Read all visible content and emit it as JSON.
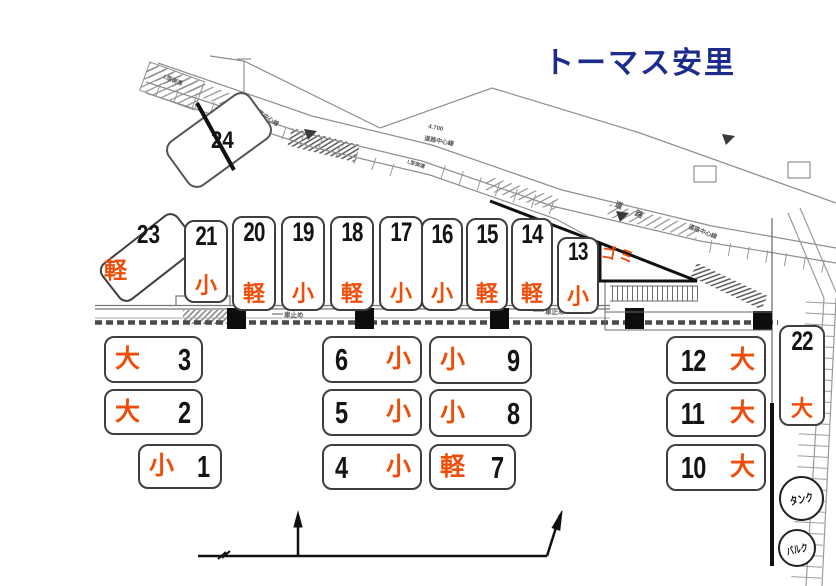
{
  "title": {
    "text": "トーマス安里"
  },
  "colors": {
    "title_blue": "#1d2b8d",
    "size_orange": "#ee4e0b",
    "ink_black": "#141414",
    "line_gray": "#8f8f8f"
  },
  "stalls": {
    "vertical": [
      {
        "number": "23",
        "size": "軽"
      },
      {
        "number": "21",
        "size": "小"
      },
      {
        "number": "20",
        "size": "軽"
      },
      {
        "number": "19",
        "size": "小"
      },
      {
        "number": "18",
        "size": "軽"
      },
      {
        "number": "17",
        "size": "小"
      },
      {
        "number": "16",
        "size": "小"
      },
      {
        "number": "15",
        "size": "軽"
      },
      {
        "number": "14",
        "size": "軽"
      },
      {
        "number": "13",
        "size": "小"
      },
      {
        "number": "22",
        "size": "大"
      }
    ],
    "crossed_out": {
      "number": "24"
    },
    "left_block": [
      {
        "size": "大",
        "number": "3"
      },
      {
        "size": "大",
        "number": "2"
      },
      {
        "size": "小",
        "number": "1"
      }
    ],
    "mid_left_block": [
      {
        "number": "6",
        "size": "小"
      },
      {
        "number": "5",
        "size": "小"
      },
      {
        "number": "4",
        "size": "小"
      }
    ],
    "mid_right_block": [
      {
        "size": "小",
        "number": "9"
      },
      {
        "size": "小",
        "number": "8"
      },
      {
        "size": "軽",
        "number": "7"
      }
    ],
    "right_block": [
      {
        "number": "12",
        "size": "大"
      },
      {
        "number": "11",
        "size": "大"
      },
      {
        "number": "10",
        "size": "大"
      }
    ]
  },
  "facilities": {
    "garbage": "ゴミ",
    "tank": "タンク",
    "bulk": "バルク"
  },
  "road_labels": {
    "road": "道 路",
    "center_line": "道路中心線",
    "gutter": "L型側溝",
    "car_stop": "車止め",
    "dimension": "4.700"
  }
}
